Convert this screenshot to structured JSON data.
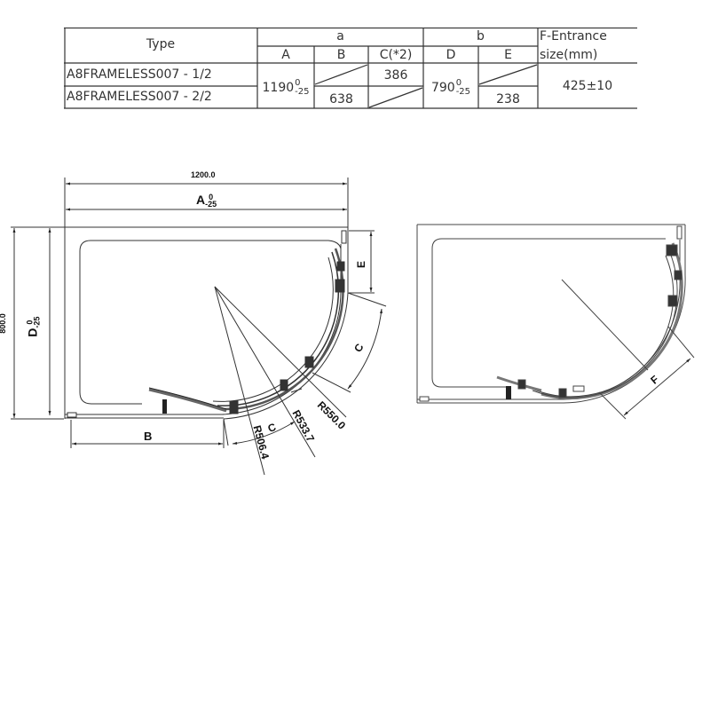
{
  "spec_table": {
    "headers": {
      "type": "Type",
      "group_a": "a",
      "group_b": "b",
      "col_A": "A",
      "col_B": "B",
      "col_C": "C(*2)",
      "col_D": "D",
      "col_E": "E",
      "col_F_line1": "F-Entrance",
      "col_F_line2": "size(mm)"
    },
    "rows": [
      {
        "type": "A8FRAMELESS007 - 1/2",
        "B": "",
        "C": "386",
        "E": ""
      },
      {
        "type": "A8FRAMELESS007 - 2/2",
        "B": "638",
        "C": "",
        "E": "238"
      }
    ],
    "shared": {
      "A_value": "1190",
      "A_tol_upper": "0",
      "A_tol_lower": "-25",
      "D_value": "790",
      "D_tol_upper": "0",
      "D_tol_lower": "-25",
      "F_value": "425±10"
    }
  },
  "left_drawing": {
    "overall_width": "1200.0",
    "overall_depth": "800.0",
    "dim_A": "A",
    "dim_A_tol_upper": "0",
    "dim_A_tol_lower": "-25",
    "dim_D": "D",
    "dim_D_tol_upper": "0",
    "dim_D_tol_lower": "-25",
    "dim_B": "B",
    "dim_E": "E",
    "dim_C_upper": "C",
    "dim_C_lower": "C",
    "radius_1": "R550.0",
    "radius_2": "R533.7",
    "radius_3": "R506.4"
  },
  "right_drawing": {
    "dim_F": "F"
  }
}
